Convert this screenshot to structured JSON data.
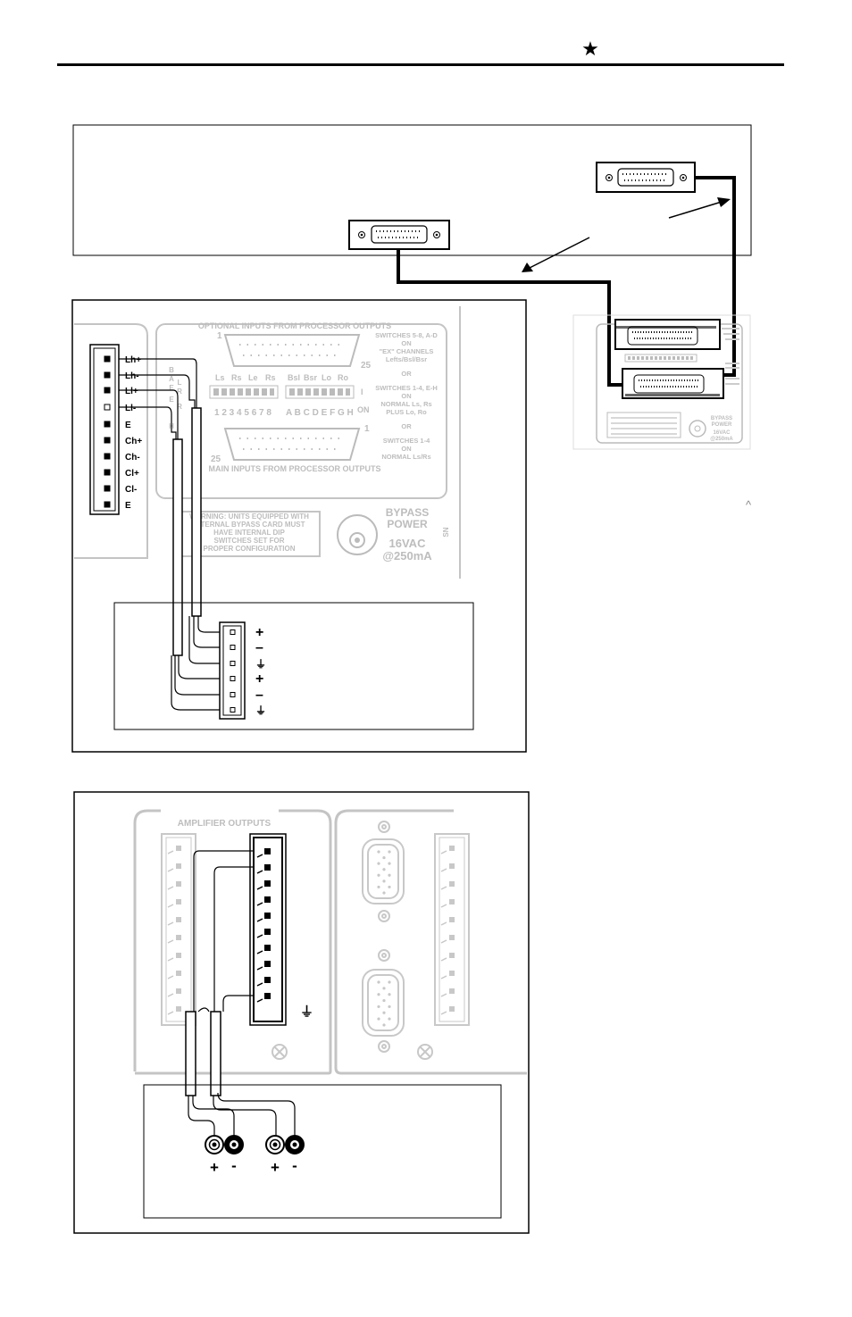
{
  "header": {
    "star": "★"
  },
  "input_panel": {
    "title": "OPTIONAL INPUTS FROM PROCESSOR OUTPUTS",
    "bottom_title": "MAIN INPUTS FROM PROCESSOR OUTPUTS",
    "pin_1_top": "1",
    "pin_25_top": "25",
    "pin_25_bottom": "25",
    "pin_1_bottom": "1",
    "dip_labels_left": [
      "Ls",
      "Rs",
      "Le",
      "Rs"
    ],
    "dip_labels_right": [
      "Bsl",
      "Bsr",
      "Lo",
      "Ro"
    ],
    "dip_numbers": "1 2 3 4 5 6 7 8",
    "dip_letters": "A B C D E F G H",
    "dip_on": "ON",
    "dip_i": "I",
    "switch_text_1": [
      "SWITCHES 5-8, A-D",
      "ON",
      "\"EX\" CHANNELS",
      "Lefts/Bsl/Bsr"
    ],
    "or_1": "OR",
    "switch_text_2": [
      "SWITCHES 1-4, E-H",
      "ON",
      "NORMAL Ls, Rs",
      "PLUS Lo, Ro"
    ],
    "or_2": "OR",
    "switch_text_3": [
      "SWITCHES 1-4",
      "ON",
      "NORMAL Ls/Rs"
    ],
    "warning": [
      "WARNING: UNITS EQUIPPED WITH",
      "INTERNAL BYPASS CARD MUST",
      "HAVE INTERNAL DIP",
      "SWITCHES SET FOR",
      "PROPER CONFIGURATION"
    ],
    "bypass": [
      "BYPASS",
      "POWER"
    ],
    "power": [
      "16VAC",
      "@250mA"
    ],
    "side_mark": "SN",
    "side_letters": [
      "B",
      "A",
      "L",
      "E",
      "R",
      "E",
      "R",
      "H"
    ]
  },
  "terminal_labels": [
    "Lh+",
    "Lh-",
    "Ll+",
    "Ll-",
    "E",
    "Ch+",
    "Ch-",
    "Cl+",
    "Cl-",
    "E"
  ],
  "small_terminal_symbols": [
    "+",
    "–",
    "⏚",
    "+",
    "–",
    "⏚"
  ],
  "thumbnail": {
    "arrow": "^",
    "bypass": [
      "BYPASS",
      "POWER"
    ],
    "power": [
      "16VAC",
      "@250mA"
    ]
  },
  "amp_panel": {
    "title": "AMPLIFIER OUTPUTS",
    "ground_symbol": "⏚",
    "rca_labels": [
      "+",
      "-",
      "+",
      "-"
    ]
  }
}
